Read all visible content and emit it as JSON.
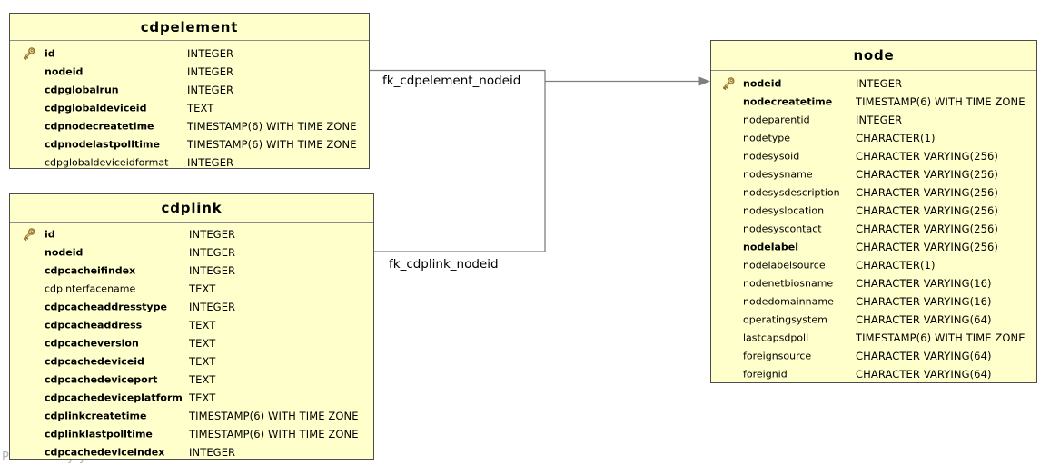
{
  "diagram": {
    "watermark": "Powered by yFiles",
    "colors": {
      "table_fill": "#ffffcc",
      "table_border": "#4d4d4d",
      "header_separator": "#8c8c8c",
      "edge": "#7f7f7f",
      "text": "#000000",
      "watermark_text": "#b4b4b4",
      "key_icon_gold": "#f0cf7a",
      "key_icon_outline": "#8a6d2f"
    },
    "tables": [
      {
        "title": "cdpelement",
        "columns": [
          {
            "name": "id",
            "type": "INTEGER",
            "bold": true,
            "key": true
          },
          {
            "name": "nodeid",
            "type": "INTEGER",
            "bold": true,
            "key": false
          },
          {
            "name": "cdpglobalrun",
            "type": "INTEGER",
            "bold": true,
            "key": false
          },
          {
            "name": "cdpglobaldeviceid",
            "type": "TEXT",
            "bold": true,
            "key": false
          },
          {
            "name": "cdpnodecreatetime",
            "type": "TIMESTAMP(6) WITH TIME ZONE",
            "bold": true,
            "key": false
          },
          {
            "name": "cdpnodelastpolltime",
            "type": "TIMESTAMP(6) WITH TIME ZONE",
            "bold": true,
            "key": false
          },
          {
            "name": "cdpglobaldeviceidformat",
            "type": "INTEGER",
            "bold": false,
            "key": false
          }
        ]
      },
      {
        "title": "cdplink",
        "columns": [
          {
            "name": "id",
            "type": "INTEGER",
            "bold": true,
            "key": true
          },
          {
            "name": "nodeid",
            "type": "INTEGER",
            "bold": true,
            "key": false
          },
          {
            "name": "cdpcacheifindex",
            "type": "INTEGER",
            "bold": true,
            "key": false
          },
          {
            "name": "cdpinterfacename",
            "type": "TEXT",
            "bold": false,
            "key": false
          },
          {
            "name": "cdpcacheaddresstype",
            "type": "INTEGER",
            "bold": true,
            "key": false
          },
          {
            "name": "cdpcacheaddress",
            "type": "TEXT",
            "bold": true,
            "key": false
          },
          {
            "name": "cdpcacheversion",
            "type": "TEXT",
            "bold": true,
            "key": false
          },
          {
            "name": "cdpcachedeviceid",
            "type": "TEXT",
            "bold": true,
            "key": false
          },
          {
            "name": "cdpcachedeviceport",
            "type": "TEXT",
            "bold": true,
            "key": false
          },
          {
            "name": "cdpcachedeviceplatform",
            "type": "TEXT",
            "bold": true,
            "key": false
          },
          {
            "name": "cdplinkcreatetime",
            "type": "TIMESTAMP(6) WITH TIME ZONE",
            "bold": true,
            "key": false
          },
          {
            "name": "cdplinklastpolltime",
            "type": "TIMESTAMP(6) WITH TIME ZONE",
            "bold": true,
            "key": false
          },
          {
            "name": "cdpcachedeviceindex",
            "type": "INTEGER",
            "bold": true,
            "key": false
          }
        ]
      },
      {
        "title": "node",
        "columns": [
          {
            "name": "nodeid",
            "type": "INTEGER",
            "bold": true,
            "key": true
          },
          {
            "name": "nodecreatetime",
            "type": "TIMESTAMP(6) WITH TIME ZONE",
            "bold": true,
            "key": false
          },
          {
            "name": "nodeparentid",
            "type": "INTEGER",
            "bold": false,
            "key": false
          },
          {
            "name": "nodetype",
            "type": "CHARACTER(1)",
            "bold": false,
            "key": false
          },
          {
            "name": "nodesysoid",
            "type": "CHARACTER VARYING(256)",
            "bold": false,
            "key": false
          },
          {
            "name": "nodesysname",
            "type": "CHARACTER VARYING(256)",
            "bold": false,
            "key": false
          },
          {
            "name": "nodesysdescription",
            "type": "CHARACTER VARYING(256)",
            "bold": false,
            "key": false
          },
          {
            "name": "nodesyslocation",
            "type": "CHARACTER VARYING(256)",
            "bold": false,
            "key": false
          },
          {
            "name": "nodesyscontact",
            "type": "CHARACTER VARYING(256)",
            "bold": false,
            "key": false
          },
          {
            "name": "nodelabel",
            "type": "CHARACTER VARYING(256)",
            "bold": true,
            "key": false
          },
          {
            "name": "nodelabelsource",
            "type": "CHARACTER(1)",
            "bold": false,
            "key": false
          },
          {
            "name": "nodenetbiosname",
            "type": "CHARACTER VARYING(16)",
            "bold": false,
            "key": false
          },
          {
            "name": "nodedomainname",
            "type": "CHARACTER VARYING(16)",
            "bold": false,
            "key": false
          },
          {
            "name": "operatingsystem",
            "type": "CHARACTER VARYING(64)",
            "bold": false,
            "key": false
          },
          {
            "name": "lastcapsdpoll",
            "type": "TIMESTAMP(6) WITH TIME ZONE",
            "bold": false,
            "key": false
          },
          {
            "name": "foreignsource",
            "type": "CHARACTER VARYING(64)",
            "bold": false,
            "key": false
          },
          {
            "name": "foreignid",
            "type": "CHARACTER VARYING(64)",
            "bold": false,
            "key": false
          }
        ]
      }
    ],
    "relationships": [
      {
        "label": "fk_cdpelement_nodeid",
        "from": "cdpelement",
        "to": "node"
      },
      {
        "label": "fk_cdplink_nodeid",
        "from": "cdplink",
        "to": "node"
      }
    ]
  }
}
